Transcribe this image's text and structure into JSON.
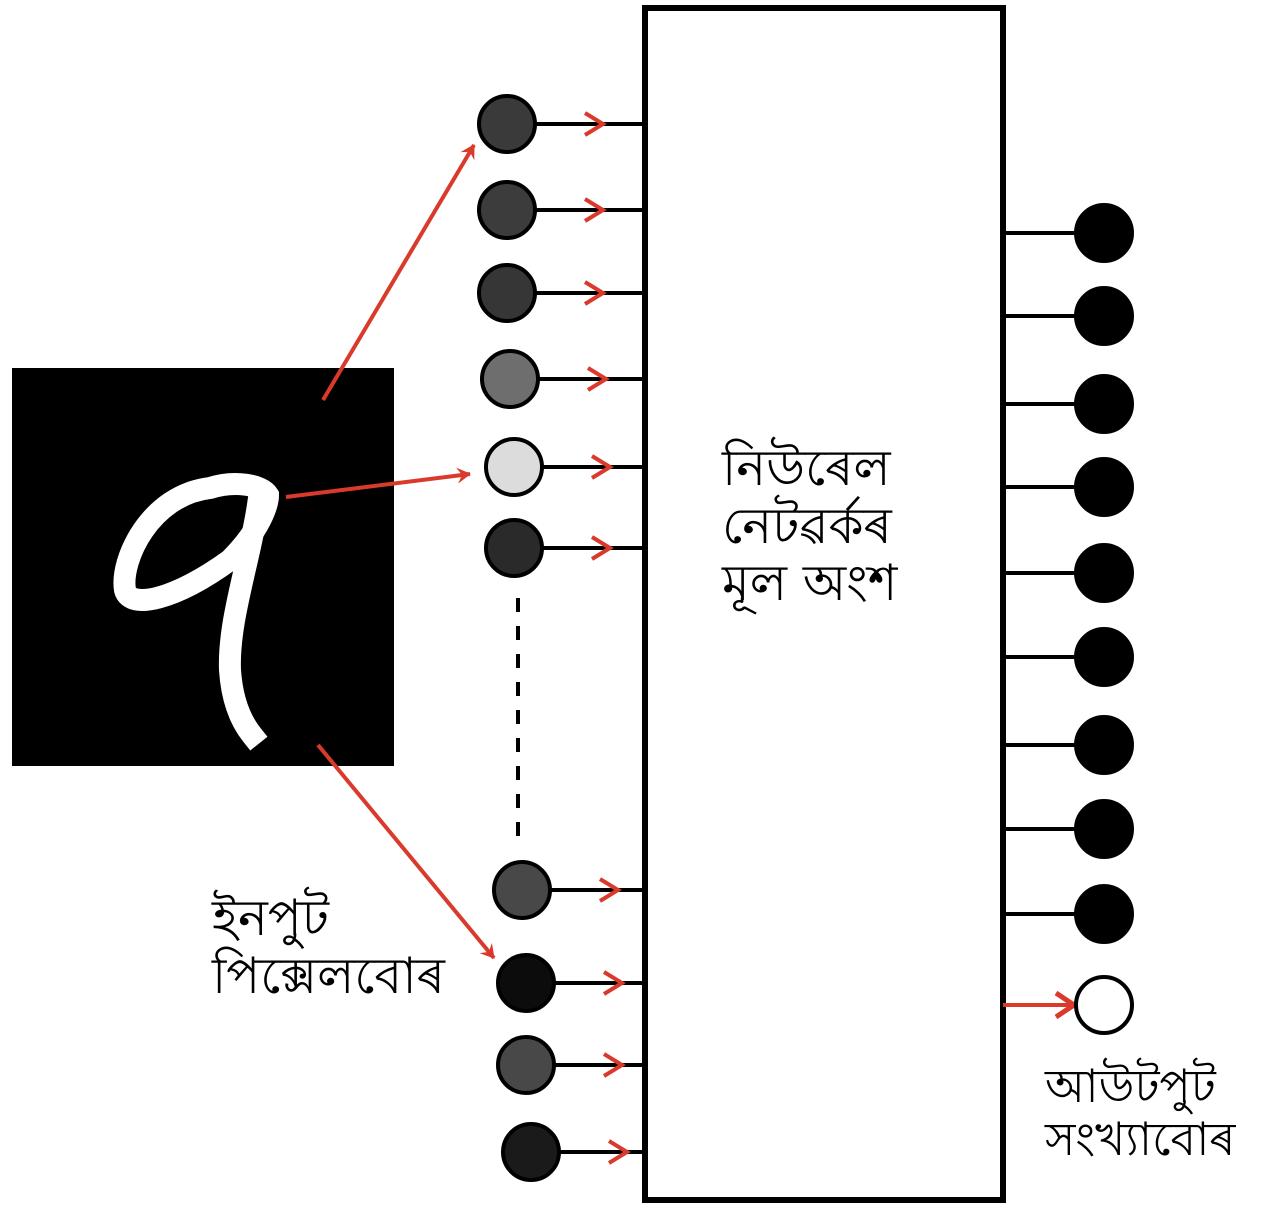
{
  "labels": {
    "core": [
      "নিউৰেল",
      "নেটৱৰ্কৰ",
      "মূল অংশ"
    ],
    "input": [
      "ইনপুট",
      "পিক্সেলবোৰ"
    ],
    "output": [
      "আউটপুট",
      "সংখ্যাবোৰ"
    ]
  },
  "colors": {
    "arrow": "#d93a2b",
    "line": "#000000",
    "box_fill": "#ffffff",
    "image_bg": "#000000",
    "output_active": "#ffffff",
    "output_inactive": "#000000"
  },
  "input_nodes": [
    {
      "shade": "#3a3a3a"
    },
    {
      "shade": "#3c3c3c"
    },
    {
      "shade": "#363636"
    },
    {
      "shade": "#6e6e6e"
    },
    {
      "shade": "#dcdcdc"
    },
    {
      "shade": "#2a2a2a"
    },
    {
      "shade": "#484848"
    },
    {
      "shade": "#0c0c0c"
    },
    {
      "shade": "#484848"
    },
    {
      "shade": "#1a1a1a"
    }
  ],
  "output_nodes": [
    {
      "active": false
    },
    {
      "active": false
    },
    {
      "active": false
    },
    {
      "active": false
    },
    {
      "active": false
    },
    {
      "active": false
    },
    {
      "active": false
    },
    {
      "active": false
    },
    {
      "active": false
    },
    {
      "active": true
    }
  ],
  "icons": {
    "digit_image": "handwritten-digit-image"
  }
}
